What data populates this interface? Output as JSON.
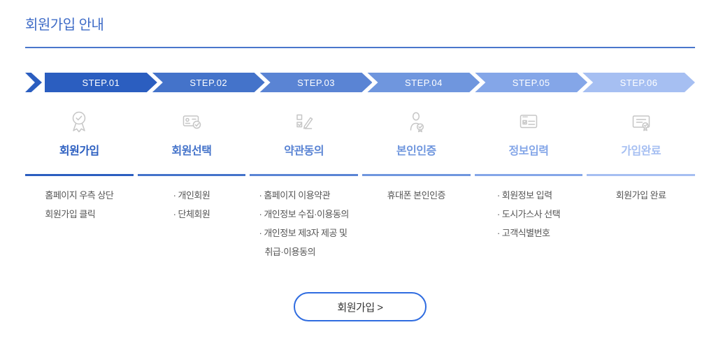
{
  "title": "회원가입 안내",
  "bullet_char": "·",
  "colors": {
    "title": "#3f6cc7",
    "rule": "#4a77cb",
    "description_text": "#555555",
    "button_border": "#2f6ce0",
    "button_text": "#333333",
    "banner_text": "#ffffff",
    "icon_stroke": "#c6c6c6"
  },
  "steps": [
    {
      "banner": "STEP.01",
      "label": "회원가입",
      "icon": "award-ribbon-icon",
      "color": "#2b5ec0",
      "description": [
        {
          "text": "홈페이지 우측 상단",
          "bullet": false
        },
        {
          "text": "회원가입 클릭",
          "bullet": false
        }
      ]
    },
    {
      "banner": "STEP.02",
      "label": "회원선택",
      "icon": "membership-card-check-icon",
      "color": "#4473ca",
      "description": [
        {
          "text": "개인회원",
          "bullet": true
        },
        {
          "text": "단체회원",
          "bullet": true
        }
      ]
    },
    {
      "banner": "STEP.03",
      "label": "약관동의",
      "icon": "terms-checklist-pen-icon",
      "color": "#5a84d4",
      "description": [
        {
          "text": "홈페이지 이용약관",
          "bullet": true
        },
        {
          "text": "개인정보 수집·이용동의",
          "bullet": true
        },
        {
          "text": "개인정보 제3자 제공 및",
          "bullet": true
        },
        {
          "text": "취급·이용동의",
          "bullet": false
        }
      ]
    },
    {
      "banner": "STEP.04",
      "label": "본인인증",
      "icon": "person-verification-icon",
      "color": "#6f96de",
      "description": [
        {
          "text": "휴대폰 본인인증",
          "bullet": false
        }
      ]
    },
    {
      "banner": "STEP.05",
      "label": "정보입력",
      "icon": "browser-form-icon",
      "color": "#84a6e8",
      "description": [
        {
          "text": "회원정보 입력",
          "bullet": true
        },
        {
          "text": "도시가스사 선택",
          "bullet": true
        },
        {
          "text": "고객식별번호",
          "bullet": true
        }
      ]
    },
    {
      "banner": "STEP.06",
      "label": "가입완료",
      "icon": "certificate-icon",
      "color": "#a6bff2",
      "description": [
        {
          "text": "회원가입 완료",
          "bullet": false
        }
      ]
    }
  ],
  "button": {
    "label": "회원가입 >"
  }
}
